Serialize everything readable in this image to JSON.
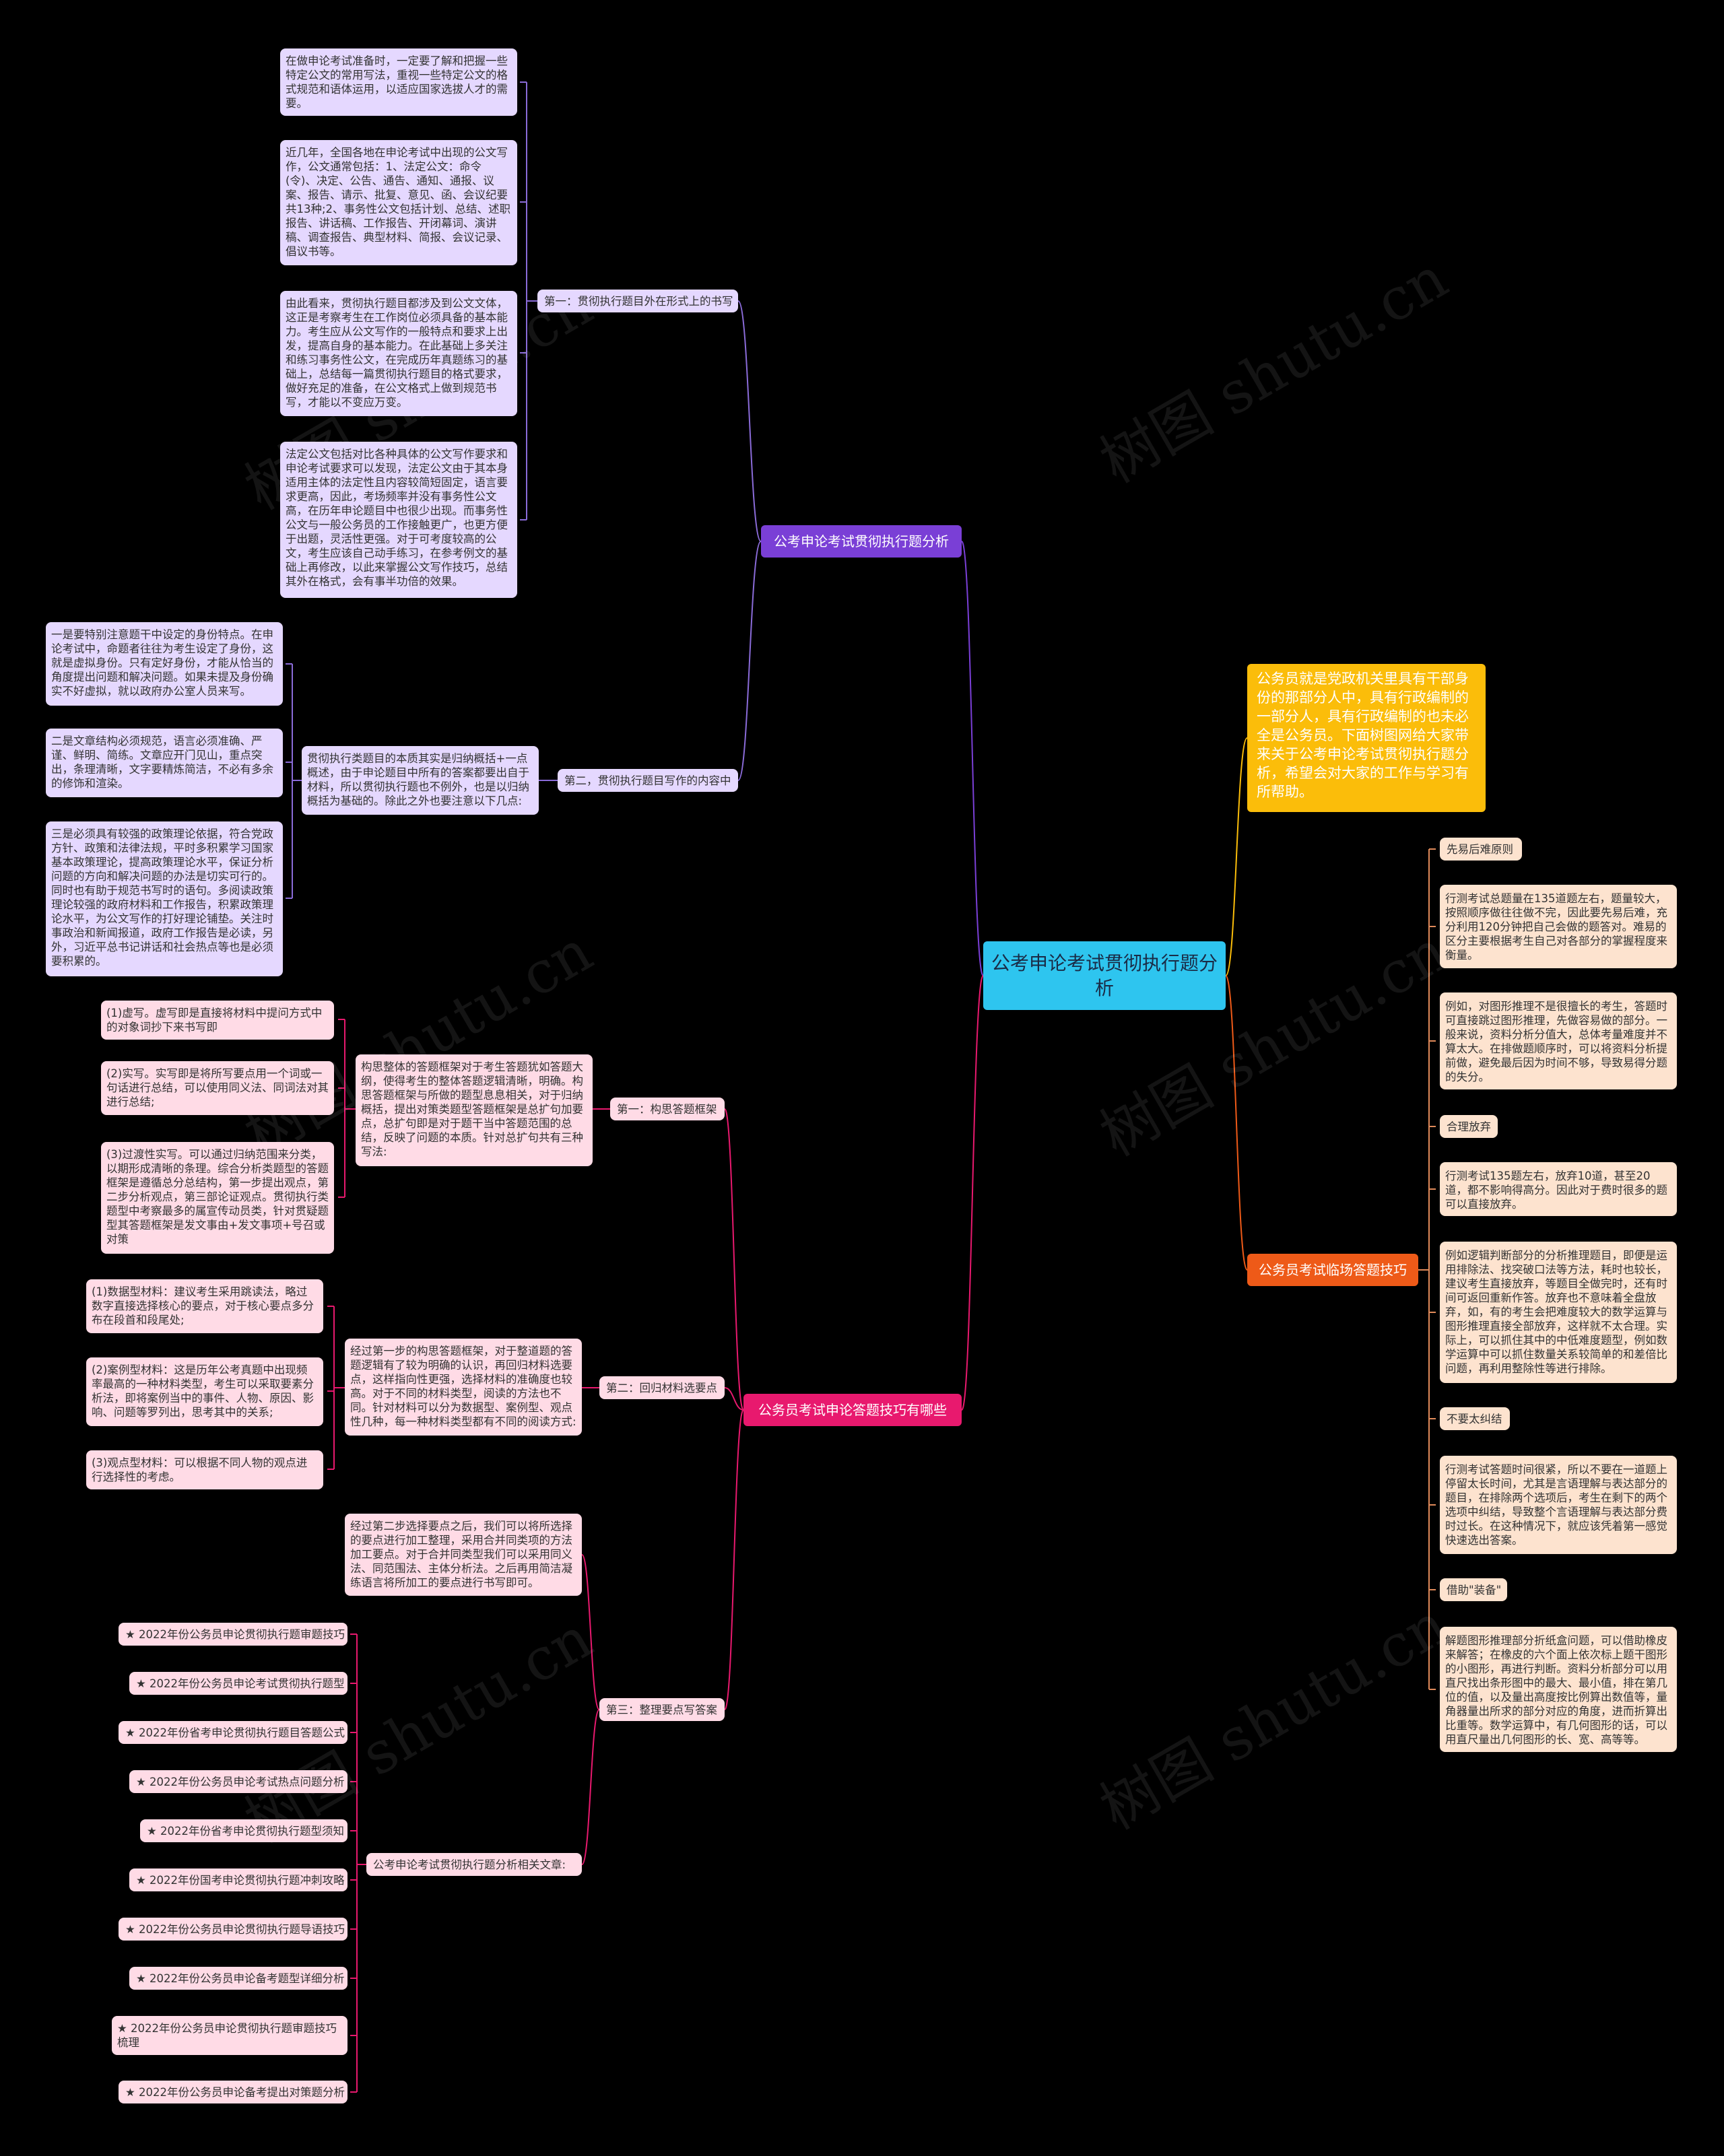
{
  "colors": {
    "root": "#2ec5ef",
    "intro": "#fbbd0a",
    "branch1": "#7a3fd6",
    "branch2": "#e8196e",
    "branch3": "#ee5a18",
    "leaf_purple": "#e5d8ff",
    "leaf_pink": "#ffdbe6",
    "leaf_orange": "#fde3cf"
  },
  "watermark": "树图 shutu.cn",
  "root": "公考申论考试贯彻执行题分析",
  "intro": "公务员就是党政机关里具有干部身份的那部分人中，具有行政编制的一部分人，具有行政编制的也未必全是公务员。下面树图网给大家带来关于公考申论考试贯彻执行题分析，希望会对大家的工作与学习有所帮助。",
  "branch1": {
    "label": "公考申论考试贯彻执行题分析",
    "sub1": {
      "label": "第一：贯彻执行题目外在形式上的书写",
      "items": [
        "在做申论考试准备时，一定要了解和把握一些特定公文的常用写法，重视一些特定公文的格式规范和语体运用，以适应国家选拔人才的需要。",
        "近几年，全国各地在申论考试中出现的公文写作，公文通常包括：1、法定公文：命令(令)、决定、公告、通告、通知、通报、议案、报告、请示、批复、意见、函、会议纪要共13种;2、事务性公文包括计划、总结、述职报告、讲话稿、工作报告、开闭幕词、演讲稿、调查报告、典型材料、简报、会议记录、倡议书等。",
        "由此看来，贯彻执行题目都涉及到公文文体，这正是考察考生在工作岗位必须具备的基本能力。考生应从公文写作的一般特点和要求上出发，提高自身的基本能力。在此基础上多关注和练习事务性公文，在完成历年真题练习的基础上，总结每一篇贯彻执行题目的格式要求，做好充足的准备，在公文格式上做到规范书写，才能以不变应万变。",
        "法定公文包括对比各种具体的公文写作要求和申论考试要求可以发现，法定公文由于其本身适用主体的法定性且内容较简短固定，语言要求更高，因此，考场频率并没有事务性公文高，在历年申论题目中也很少出现。而事务性公文与一般公务员的工作接触更广，也更方便于出题，灵活性更强。对于可考度较高的公文，考生应该自己动手练习，在参考例文的基础上再修改，以此来掌握公文写作技巧，总结其外在格式，会有事半功倍的效果。"
      ]
    },
    "sub2": {
      "label": "第二，贯彻执行题目写作的内容中",
      "mid": "贯彻执行类题目的本质其实是归纳概括+一点概述，由于申论题目中所有的答案都要出自于材料，所以贯彻执行题也不例外，也是以归纳概括为基础的。除此之外也要注意以下几点:",
      "items": [
        "一是要特别注意题干中设定的身份特点。在申论考试中，命题者往往为考生设定了身份，这就是虚拟身份。只有定好身份，才能从恰当的角度提出问题和解决问题。如果未提及身份确实不好虚拟，就以政府办公室人员来写。",
        "二是文章结构必须规范，语言必须准确、严谨、鲜明、简练。文章应开门见山，重点突出，条理清晰，文字要精炼简洁，不必有多余的修饰和渲染。",
        "三是必须具有较强的政策理论依据，符合党政方针、政策和法律法规，平时多积累学习国家基本政策理论，提高政策理论水平，保证分析问题的方向和解决问题的办法是切实可行的。同时也有助于规范书写时的语句。多阅读政策理论较强的政府材料和工作报告，积累政策理论水平，为公文写作的打好理论铺垫。关注时事政治和新闻报道，政府工作报告是必读，另外，习近平总书记讲话和社会热点等也是必须要积累的。"
      ]
    }
  },
  "branch2": {
    "label": "公务员考试申论答题技巧有哪些",
    "sub1": {
      "label": "第一：构思答题框架",
      "mid": "构思整体的答题框架对于考生答题犹如答题大纲，使得考生的整体答题逻辑清晰，明确。构思答题框架与所做的题型息息相关，对于归纳概括，提出对策类题型答题框架是总扩句加要点，总扩句即是对于题干当中答题范围的总结，反映了问题的本质。针对总扩句共有三种写法:",
      "items": [
        "(1)虚写。虚写即是直接将材料中提问方式中的对象词抄下来书写即",
        "(2)实写。实写即是将所写要点用一个词或一句话进行总结，可以使用同义法、同词法对其进行总结;",
        "(3)过渡性实写。可以通过归纳范围来分类，以期形成清晰的条理。综合分析类题型的答题框架是遵循总分总结构，第一步提出观点，第二步分析观点，第三部论证观点。贯彻执行类题型中考察最多的属宣传动员类，针对贯疑题型其答题框架是发文事由+发文事项+号召或对策"
      ]
    },
    "sub2": {
      "label": "第二：回归材料选要点",
      "mid": "经过第一步的构思答题框架，对于整道题的答题逻辑有了较为明确的认识，再回归材料选要点，这样指向性更强，选择材料的准确度也较高。对于不同的材料类型，阅读的方法也不同。针对材料可以分为数据型、案例型、观点性几种，每一种材料类型都有不同的阅读方式:",
      "items": [
        "(1)数据型材料：建议考生采用跳读法，略过数字直接选择核心的要点，对于核心要点多分布在段首和段尾处;",
        "(2)案例型材料：这是历年公考真题中出现频率最高的一种材料类型，考生可以采取要素分析法，即将案例当中的事件、人物、原因、影响、问题等罗列出，思考其中的关系;",
        "(3)观点型材料：可以根据不同人物的观点进行选择性的考虑。"
      ]
    },
    "sub3": {
      "label": "第三：整理要点写答案",
      "mid": "经过第二步选择要点之后，我们可以将所选择的要点进行加工整理，采用合并同类项的方法加工要点。对于合并同类型我们可以采用同义法、同范围法、主体分析法。之后再用简洁凝练语言将所加工的要点进行书写即可。"
    },
    "sub4": {
      "label": "公考申论考试贯彻执行题分析相关文章:",
      "items": [
        "★ 2022年份公务员申论贯彻执行题审题技巧",
        "★ 2022年份公务员申论考试贯彻执行题型",
        "★ 2022年份省考申论贯彻执行题目答题公式",
        "★ 2022年份公务员申论考试热点问题分析",
        "★ 2022年份省考申论贯彻执行题型须知",
        "★ 2022年份国考申论贯彻执行题冲刺攻略",
        "★ 2022年份公务员申论贯彻执行题导语技巧",
        "★ 2022年份公务员申论备考题型详细分析",
        "★ 2022年份公务员申论贯彻执行题审题技巧梳理",
        "★ 2022年份公务员申论备考提出对策题分析"
      ]
    }
  },
  "branch3": {
    "label": "公务员考试临场答题技巧",
    "items": [
      {
        "title": "先易后难原则",
        "text": [
          "行测考试总题量在135道题左右，题量较大，按照顺序做往往做不完，因此要先易后难，充分利用120分钟把自己会做的题答对。难易的区分主要根据考生自己对各部分的掌握程度来衡量。",
          "例如，对图形推理不是很擅长的考生，答题时可直接跳过图形推理，先做容易做的部分。一般来说，资料分析分值大，总体考量难度并不算太大。在排做题顺序时，可以将资料分析提前做，避免最后因为时间不够，导致易得分题的失分。"
        ]
      },
      {
        "title": "合理放弃",
        "text": [
          "行测考试135题左右，放弃10道，甚至20道，都不影响得高分。因此对于费时很多的题可以直接放弃。",
          "例如逻辑判断部分的分析推理题目，即便是运用排除法、找突破口法等方法，耗时也较长，建议考生直接放弃，等题目全做完时，还有时间可返回重新作答。放弃也不意味着全盘放弃，如，有的考生会把难度较大的数学运算与图形推理直接全部放弃，这样就不太合理。实际上，可以抓住其中的中低难度题型，例如数学运算中可以抓住数量关系较简单的和差倍比问题，再利用整除性等进行排除。"
        ]
      },
      {
        "title": "不要太纠结",
        "text": [
          "行测考试答题时间很紧，所以不要在一道题上停留太长时间，尤其是言语理解与表达部分的题目，在排除两个选项后，考生在剩下的两个选项中纠结，导致整个言语理解与表达部分费时过长。在这种情况下，就应该凭着第一感觉快速选出答案。"
        ]
      },
      {
        "title": "借助\"装备\"",
        "text": [
          "解题图形推理部分折纸盒问题，可以借助橡皮来解答；在橡皮的六个面上依次标上题干图形的小图形，再进行判断。资料分析部分可以用直尺找出条形图中的最大、最小值，排在第几位的值，以及量出高度按比例算出数值等，量角器量出所求的部分对应的角度，进而折算出比重等。数学运算中，有几何图形的话，可以用直尺量出几何图形的长、宽、高等等。"
        ]
      }
    ]
  }
}
